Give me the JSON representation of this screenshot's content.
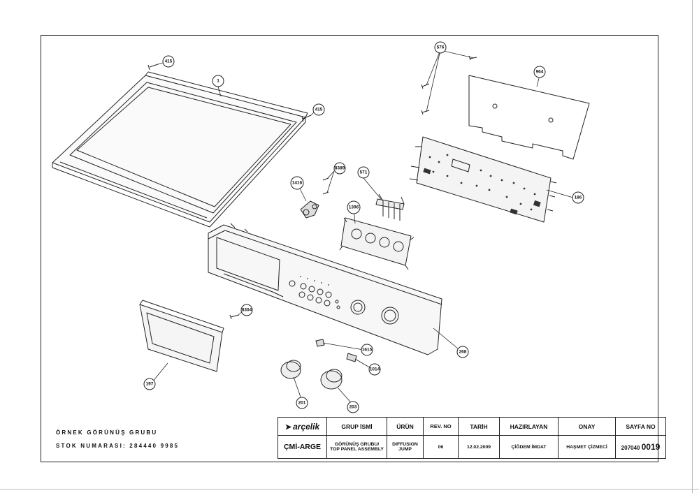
{
  "callouts": {
    "c415a": "415",
    "c1": "1",
    "c415b": "415",
    "c576": "576",
    "c964": "964",
    "c8389": "8389",
    "c571": "571",
    "c1416": "1416",
    "c1396": "1396",
    "c186": "186",
    "c8304": "8304",
    "c1615": "1615",
    "c1014": "1014",
    "c268": "268",
    "c197": "197",
    "c201": "201",
    "c203": "203"
  },
  "info": {
    "line1": "ÖRNEK GÖRÜNÜŞ GRUBU",
    "line2": "STOK NUMARASI: 284440 9985"
  },
  "title_block": {
    "logo": "arçelik",
    "dept": "ÇMİ-ARGE",
    "headers": {
      "group": "GRUP İSMİ",
      "product": "ÜRÜN",
      "rev": "REV. NO",
      "date": "TARİH",
      "prepared": "HAZIRLAYAN",
      "approved": "ONAY",
      "page": "SAYFA NO"
    },
    "values": {
      "group_line1": "GÖRÜNÜŞ GRUBU/",
      "group_line2": "TOP PANEL ASSEMBLY",
      "product_line1": "DIFFUSION",
      "product_line2": "JUMP",
      "rev": "06",
      "date": "12.02.2009",
      "prepared": "ÇİĞDEM İMDAT",
      "approved": "HAŞMET ÇİZMECİ",
      "page_prefix": "207040",
      "page_suffix": "0019"
    }
  }
}
